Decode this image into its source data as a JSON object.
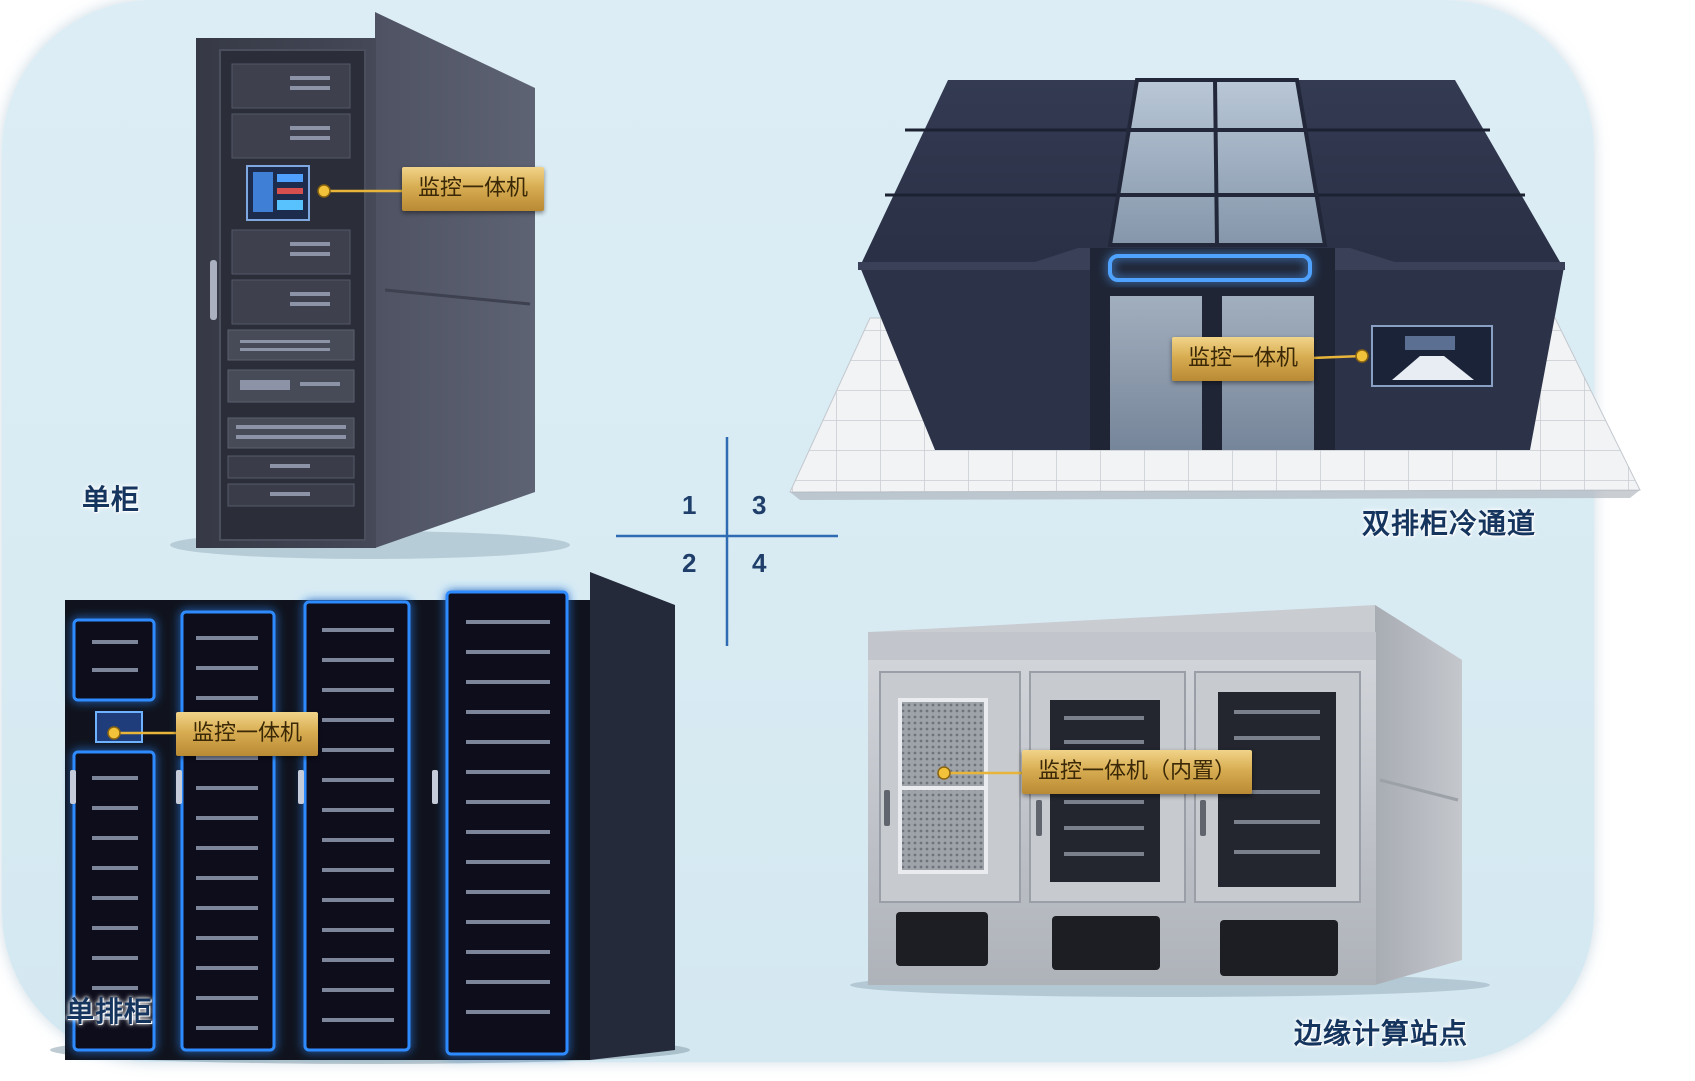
{
  "callouts": {
    "single_cabinet": "监控一体机",
    "cold_aisle": "监控一体机",
    "row_cabinet": "监控一体机",
    "edge_site": "监控一体机（内置）"
  },
  "sections": {
    "single_cabinet": "单柜",
    "row_cabinet": "单排柜",
    "cold_aisle": "双排柜冷通道",
    "edge_site": "边缘计算站点"
  },
  "quadrants": {
    "q1": "1",
    "q2": "2",
    "q3": "3",
    "q4": "4"
  },
  "colors": {
    "background": "#d9ecf4",
    "callout_gold": "#d8ad52",
    "label_text": "#15355e",
    "rack_glow": "#2f8bff",
    "cabinet_dark": "#3c3f4d",
    "aisle_navy": "#2b3248",
    "enclosure_grey": "#b9bdc4"
  }
}
